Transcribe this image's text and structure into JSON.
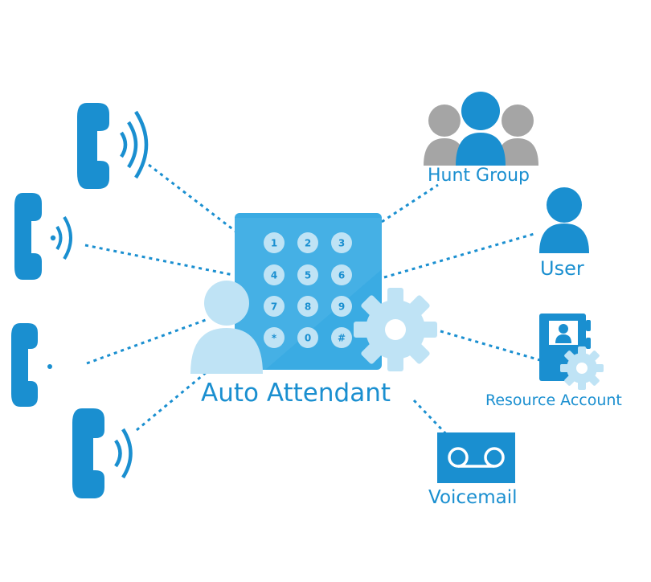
{
  "diagram": {
    "title": "",
    "center": {
      "label": "Auto Attendant",
      "keypad": [
        "1",
        "2",
        "3",
        "4",
        "5",
        "6",
        "7",
        "8",
        "9",
        "*",
        "0",
        "#"
      ]
    },
    "callers": [
      {
        "name": "incoming-call-1",
        "icon": "phone-ringing-icon"
      },
      {
        "name": "incoming-call-2",
        "icon": "phone-ringing-icon"
      },
      {
        "name": "incoming-call-3",
        "icon": "phone-icon"
      },
      {
        "name": "incoming-call-4",
        "icon": "phone-ringing-icon"
      }
    ],
    "destinations": {
      "hunt_group": {
        "label": "Hunt Group",
        "icon": "group-icon"
      },
      "user": {
        "label": "User",
        "icon": "user-icon"
      },
      "resource_account": {
        "label": "Resource Account",
        "icon": "address-book-gear-icon"
      },
      "voicemail": {
        "label": "Voicemail",
        "icon": "voicemail-icon"
      }
    },
    "colors": {
      "primary": "#1a8fd0",
      "keypad": "#3aabe3",
      "light": "#bfe3f5",
      "grey": "#a5a5a5"
    }
  }
}
